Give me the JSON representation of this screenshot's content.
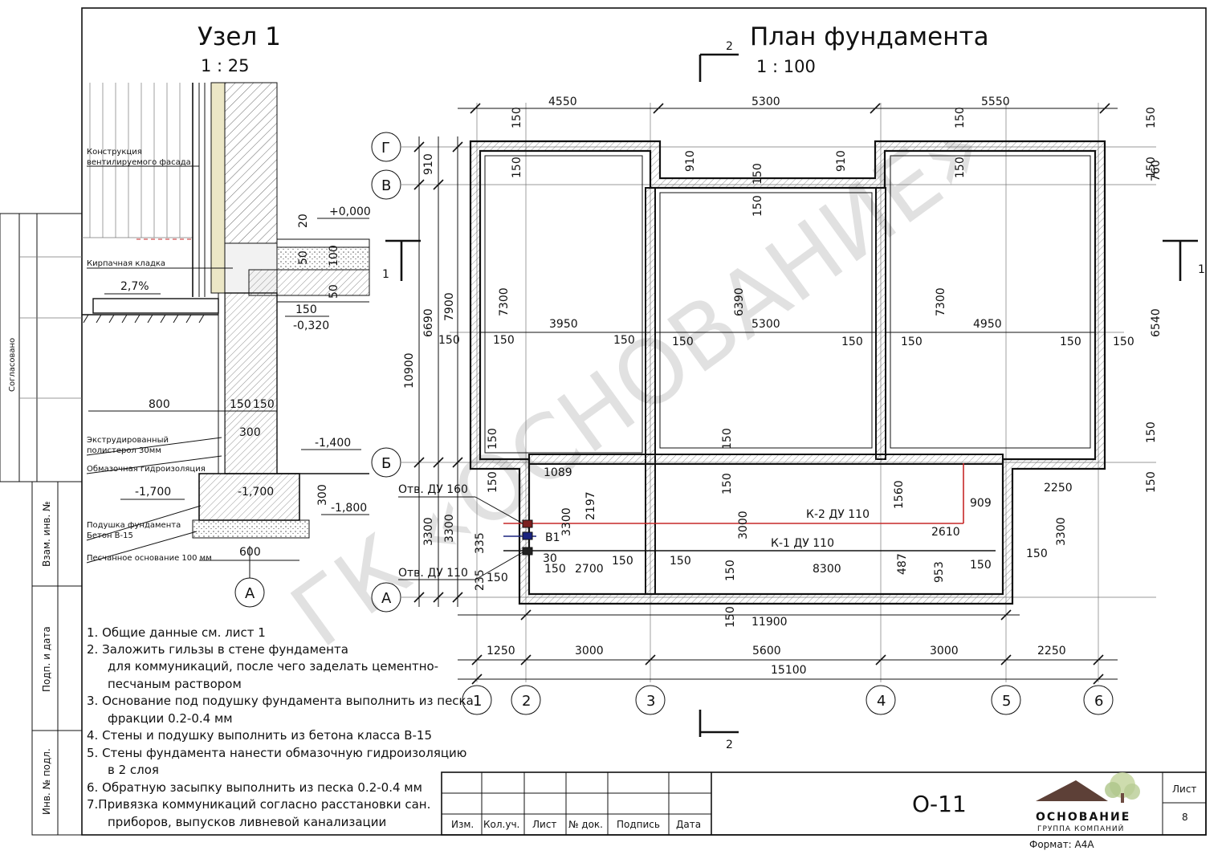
{
  "sheet": {
    "frame_side_label": "Согласовано",
    "side_stamp": [
      "Взам. инв. №",
      "Подп. и дата",
      "Инв. № подл."
    ]
  },
  "node": {
    "title": "Узел 1",
    "scale": "1 : 25",
    "labels": {
      "facade": [
        "Конструкция",
        "вентилируемого фасада"
      ],
      "brick": "Кирпачная кладка",
      "xps": [
        "Экструдированный",
        "полистерол 30мм"
      ],
      "waterproof": "Обмазочная гидроизоляция",
      "pad": [
        "Подушка фундамента",
        "Бетон В-15"
      ],
      "sand": "Песчанное основание 100 мм"
    },
    "dims": {
      "slope": "2,7%",
      "top_level": "+0,000",
      "d20": "20",
      "d50a": "50",
      "d100": "100",
      "d50b": "50",
      "d150a": "150",
      "lvl_320": "-0,320",
      "d800": "800",
      "d150b": "150",
      "d150c": "150",
      "d300": "300",
      "lvl_1400": "-1,400",
      "lvl_1700a": "-1,700",
      "lvl_1700b": "-1,700",
      "d300b": "300",
      "lvl_1800": "-1,800",
      "d600": "600",
      "axis": "А"
    }
  },
  "plan": {
    "title": "План фундамента",
    "scale": "1 : 100",
    "section_marks": {
      "s1": "1",
      "s2": "2"
    },
    "axes_letters": [
      "Г",
      "В",
      "Б",
      "А"
    ],
    "axes_numbers": [
      "1",
      "2",
      "3",
      "4",
      "5",
      "6"
    ],
    "top_dims": [
      "4550",
      "5300",
      "5550"
    ],
    "bottom_dims": [
      "1250",
      "3000",
      "5600",
      "3000",
      "2250"
    ],
    "bottom_total": "15100",
    "inner_total": "11900",
    "left_dims": [
      "910",
      "6690",
      "10900",
      "3300"
    ],
    "room_widths": [
      "3950",
      "5300",
      "4950"
    ],
    "room_heights": [
      "7300",
      "6390",
      "7300"
    ],
    "misc_dims": {
      "d7900": "7900",
      "d6540": "6540",
      "d760": "760",
      "d150": "150",
      "d910a": "910",
      "d910b": "910",
      "d1089": "1089",
      "d2197": "2197",
      "d3300a": "3300",
      "d3300b": "3300",
      "d3300c": "3300",
      "d3000": "3000",
      "d1560": "1560",
      "d909": "909",
      "d2250": "2250",
      "d2610": "2610",
      "d2700": "2700",
      "d8300": "8300",
      "d487": "487",
      "d953": "953",
      "d335": "335",
      "d235": "235",
      "d30": "30"
    },
    "pipes": {
      "k2": "К-2 ДУ 110",
      "k1": "К-1 ДУ 110",
      "hole160": "Отв. ДУ 160",
      "hole110": "Отв. ДУ 110",
      "b1": "В1"
    },
    "colors": {
      "k2_line": "#c62828",
      "b1_line": "#1a237e"
    }
  },
  "notes": [
    "1. Общие данные см. лист 1",
    "2. Заложить гильзы в стене фундамента",
    "для коммуникаций, после чего заделать  цементно-",
    "песчаным раствором",
    "3. Основание под подушку фундамента выполнить из песка",
    "фракции 0.2-0.4 мм",
    "4. Стены и подушку выполнить из бетона класса В-15",
    "5. Стены фундамента нанести обмазочную   гидроизоляцию",
    "в 2 слоя",
    "6. Обратную засыпку выполнить из песка 0.2-0.4 мм",
    "7.Привязка коммуникаций согласно расстановки сан.",
    "приборов, выпусков ливневой канализации"
  ],
  "stamp": {
    "cols": [
      "Изм.",
      "Кол.уч.",
      "Лист",
      "№ док.",
      "Подпись",
      "Дата"
    ],
    "code": "О-11",
    "sheet_label": "Лист",
    "sheet_no": "8",
    "brand": "ОСНОВАНИЕ",
    "brand_sub": "ГРУППА КОМПАНИЙ",
    "format": "Формат: А4А"
  },
  "watermark": "ГК «ОСНОВАНИЕ»"
}
